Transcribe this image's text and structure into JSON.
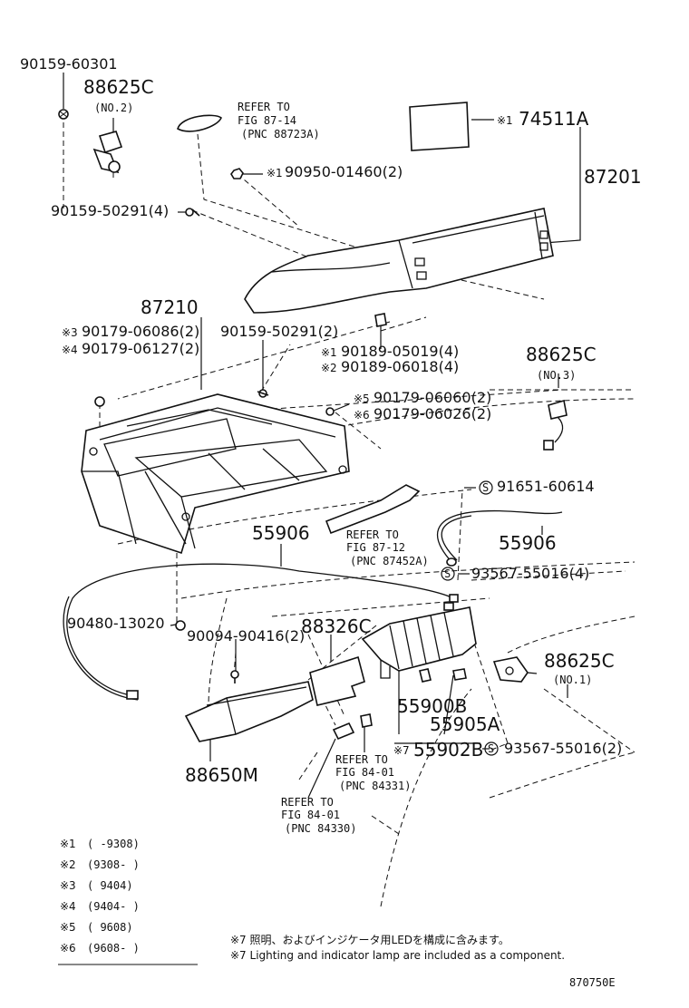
{
  "labels": {
    "p90159_60301": "90159-60301",
    "p88625c_top": "88625C",
    "p88625c_top_no": "(NO.2)",
    "refer_8714_a": "REFER TO",
    "refer_8714_b": "FIG 87-14",
    "refer_8714_c": "(PNC 88723A)",
    "m74511a_mark": "※1",
    "p74511a": "74511A",
    "m90950_mark": "※1",
    "p90950": "90950-01460(2)",
    "p87201": "87201",
    "p90159_50291_4": "90159-50291(4)",
    "p87210": "87210",
    "m90179_06086": "※3",
    "p90179_06086": "90179-06086(2)",
    "m90179_06127": "※4",
    "p90179_06127": "90179-06127(2)",
    "p90159_50291_2": "90159-50291(2)",
    "m90189_05019": "※1",
    "p90189_05019": "90189-05019(4)",
    "m90189_06018": "※2",
    "p90189_06018": "90189-06018(4)",
    "p88625c_no3": "88625C",
    "p88625c_no3_no": "(NO.3)",
    "m90179_06060": "※5",
    "p90179_06060": "90179-06060(2)",
    "m90179_06026": "※6",
    "p90179_06026": "90179-06026(2)",
    "s_mark_1": "S",
    "p91651": "91651-60614",
    "p55906_left": "55906",
    "refer_8712_a": "REFER TO",
    "refer_8712_b": "FIG 87-12",
    "refer_8712_c": "(PNC 87452A)",
    "p55906_right": "55906",
    "s_mark_2": "S",
    "p93567_4": "93567-55016(4)",
    "p90480": "90480-13020",
    "p90094": "90094-90416(2)",
    "p88326c": "88326C",
    "p88625c_no1": "88625C",
    "p88625c_no1_no": "(NO.1)",
    "p55900b": "55900B",
    "p55905a": "55905A",
    "m55902b": "※7",
    "p55902b": "55902B",
    "s_mark_3": "S",
    "p93567_2": "93567-55016(2)",
    "refer_8401a_a": "REFER TO",
    "refer_8401a_b": "FIG 84-01",
    "refer_8401a_c": "(PNC 84331)",
    "p88650m": "88650M",
    "refer_8401b_a": "REFER TO",
    "refer_8401b_b": "FIG 84-01",
    "refer_8401b_c": "(PNC 84330)"
  },
  "legend": [
    {
      "mark": "※1",
      "range": "(      -9308)"
    },
    {
      "mark": "※2",
      "range": "(9308-      )"
    },
    {
      "mark": "※3",
      "range": "(      9404)"
    },
    {
      "mark": "※4",
      "range": "(9404-      )"
    },
    {
      "mark": "※5",
      "range": "(      9608)"
    },
    {
      "mark": "※6",
      "range": "(9608-      )"
    }
  ],
  "notes": {
    "ja": "※7 照明、およびインジケータ用LEDを構成に含みます。",
    "en": "※7 Lighting and indicator lamp are included as a component."
  },
  "diagram_id": "870750E"
}
